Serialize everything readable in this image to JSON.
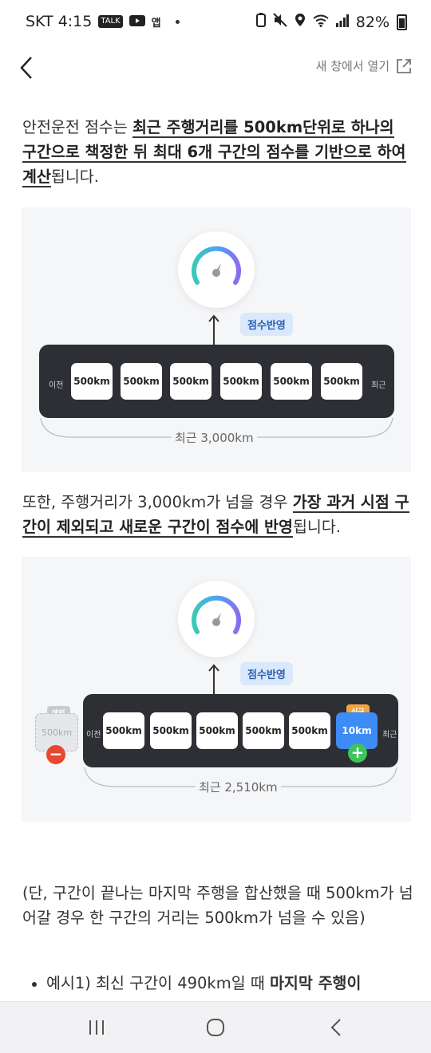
{
  "status_bar": {
    "carrier_time": "SKT 4:15",
    "notif_icons": [
      "talk-icon",
      "youtube-icon",
      "app-icon"
    ],
    "notif_talk": "TALK",
    "notif_app": "앱",
    "battery": "82%"
  },
  "app_bar": {
    "open_new_window": "새 창에서 열기"
  },
  "para1": {
    "pre": "안전운전 점수는 ",
    "bold": "최근 주행거리를 500km단위로 하나의 구간으로 책정한 뒤 최대 6개 구간의 점수를 기반으로 하여 계산",
    "post": "됩니다."
  },
  "figure1": {
    "tag": "점수반영",
    "left_label": "이전",
    "right_label": "최근",
    "segments": [
      "500km",
      "500km",
      "500km",
      "500km",
      "500km",
      "500km"
    ],
    "brace_label": "최근 3,000km"
  },
  "para2": {
    "pre": "또한, 주행거리가 3,000km가 넘을 경우 ",
    "bold": "가장 과거 시점 구간이 제외되고 새로운 구간이 점수에 반영",
    "post": "됩니다."
  },
  "figure2": {
    "tag": "점수반영",
    "excluded_pill": "제외",
    "excluded_value": "500km",
    "left_label": "이전",
    "right_label": "최근",
    "segments": [
      "500km",
      "500km",
      "500km",
      "500km",
      "500km"
    ],
    "new_pill": "신규",
    "new_value": "10km",
    "brace_label": "최근 2,510km"
  },
  "para3": "(단, 구간이 끝나는 마지막 주행을 합산했을 때 500km가 넘어갈 경우 한 구간의 거리는 500km가 넘을 수 있음)",
  "bullet1": {
    "pre": "예시1) 최신 구간이 490km일 때 ",
    "bold": "마지막 주행이"
  },
  "colors": {
    "bar": "#2d2f34",
    "tag_bg": "#d9e8fb",
    "tag_text": "#2a5fb0",
    "new_segment": "#3d8bf5",
    "new_pill": "#f4a341",
    "plus_badge": "#3cc55a",
    "minus_badge": "#e8482f",
    "figure_bg": "#f5f6f8"
  }
}
